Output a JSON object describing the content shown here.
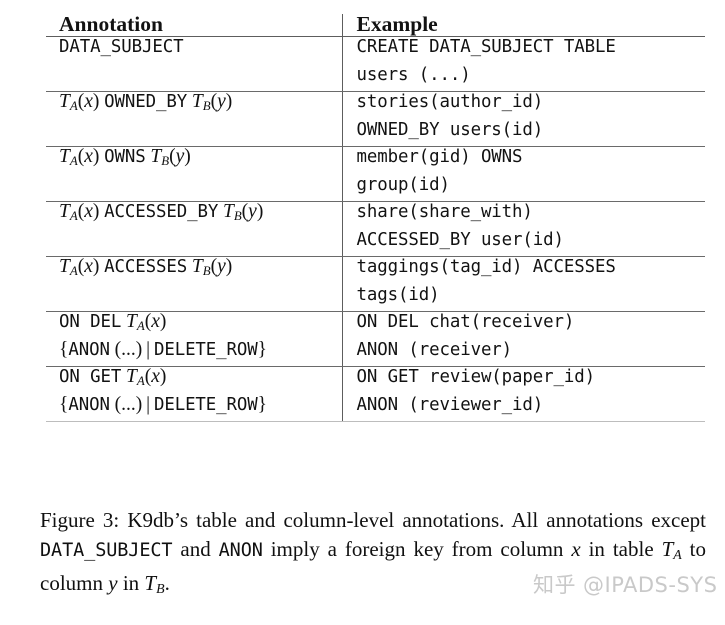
{
  "figure": {
    "table": {
      "columns": [
        "Annotation",
        "Example"
      ],
      "rows": [
        {
          "annotation_lines": [
            "DATA_SUBJECT"
          ],
          "annotation_html": [
            "<span class=\"tt\">DATA_SUBJECT</span>"
          ],
          "example_lines": [
            "CREATE DATA_SUBJECT TABLE",
            "users (...)"
          ],
          "example_html": [
            "<span class=\"tt\">CREATE DATA_SUBJECT TABLE</span>",
            "<span class=\"tt\">users (...)</span>"
          ]
        },
        {
          "annotation_lines": [
            "T_A(x) OWNED_BY T_B(y)"
          ],
          "annotation_html": [
            "<span class=\"mi\">T<sub>A</sub></span><span class=\"paren\">(</span><span class=\"mi\">x</span><span class=\"paren\">)</span> <span class=\"tt\">OWNED_BY</span> <span class=\"mi\">T<sub>B</sub></span><span class=\"paren\">(</span><span class=\"mi\">y</span><span class=\"paren\">)</span>"
          ],
          "example_lines": [
            "stories(author_id)",
            "OWNED_BY users(id)"
          ],
          "example_html": [
            "<span class=\"tt\">stories(author_id)</span>",
            "<span class=\"tt\">OWNED_BY users(id)</span>"
          ]
        },
        {
          "annotation_lines": [
            "T_A(x) OWNS T_B(y)"
          ],
          "annotation_html": [
            "<span class=\"mi\">T<sub>A</sub></span><span class=\"paren\">(</span><span class=\"mi\">x</span><span class=\"paren\">)</span> <span class=\"tt\">OWNS</span> <span class=\"mi\">T<sub>B</sub></span><span class=\"paren\">(</span><span class=\"mi\">y</span><span class=\"paren\">)</span>"
          ],
          "example_lines": [
            "member(gid) OWNS",
            "group(id)"
          ],
          "example_html": [
            "<span class=\"tt\">member(gid) OWNS</span>",
            "<span class=\"tt\">group(id)</span>"
          ]
        },
        {
          "annotation_lines": [
            "T_A(x) ACCESSED_BY T_B(y)"
          ],
          "annotation_html": [
            "<span class=\"mi\">T<sub>A</sub></span><span class=\"paren\">(</span><span class=\"mi\">x</span><span class=\"paren\">)</span> <span class=\"tt\">ACCESSED_BY</span> <span class=\"mi\">T<sub>B</sub></span><span class=\"paren\">(</span><span class=\"mi\">y</span><span class=\"paren\">)</span>"
          ],
          "example_lines": [
            "share(share_with)",
            "ACCESSED_BY user(id)"
          ],
          "example_html": [
            "<span class=\"tt\">share(share_with)</span>",
            "<span class=\"tt\">ACCESSED_BY user(id)</span>"
          ]
        },
        {
          "annotation_lines": [
            "T_A(x) ACCESSES T_B(y)"
          ],
          "annotation_html": [
            "<span class=\"mi\">T<sub>A</sub></span><span class=\"paren\">(</span><span class=\"mi\">x</span><span class=\"paren\">)</span> <span class=\"tt\">ACCESSES</span> <span class=\"mi\">T<sub>B</sub></span><span class=\"paren\">(</span><span class=\"mi\">y</span><span class=\"paren\">)</span>"
          ],
          "example_lines": [
            "taggings(tag_id) ACCESSES",
            "tags(id)"
          ],
          "example_html": [
            "<span class=\"tt\">taggings(tag_id) ACCESSES</span>",
            "<span class=\"tt\">tags(id)</span>"
          ]
        },
        {
          "annotation_lines": [
            "ON DEL T_A(x)",
            "{ANON (...) | DELETE_ROW}"
          ],
          "annotation_html": [
            "<span class=\"tt\">ON&nbsp;DEL</span> <span class=\"mi\">T<sub>A</sub></span><span class=\"paren\">(</span><span class=\"mi\">x</span><span class=\"paren\">)</span>",
            "<span class=\"rm\">{</span><span class=\"tt\">ANON</span> <span class=\"rm\">(...)</span><span class=\"rm\">&#8201;|&#8201;</span><span class=\"tt\">DELETE_ROW</span><span class=\"rm\">}</span>"
          ],
          "example_lines": [
            "ON DEL chat(receiver)",
            "ANON (receiver)"
          ],
          "example_html": [
            "<span class=\"tt\">ON DEL chat(receiver)</span>",
            "<span class=\"tt\">ANON (receiver)</span>"
          ]
        },
        {
          "annotation_lines": [
            "ON GET T_A(x)",
            "{ANON (...) | DELETE_ROW}"
          ],
          "annotation_html": [
            "<span class=\"tt\">ON&nbsp;GET</span> <span class=\"mi\">T<sub>A</sub></span><span class=\"paren\">(</span><span class=\"mi\">x</span><span class=\"paren\">)</span>",
            "<span class=\"rm\">{</span><span class=\"tt\">ANON</span> <span class=\"rm\">(...)</span><span class=\"rm\">&#8201;|&#8201;</span><span class=\"tt\">DELETE_ROW</span><span class=\"rm\">}</span>"
          ],
          "example_lines": [
            "ON GET review(paper_id)",
            "ANON (reviewer_id)"
          ],
          "example_html": [
            "<span class=\"tt\">ON GET review(paper_id)</span>",
            "<span class=\"tt\">ANON (reviewer_id)</span>"
          ]
        }
      ]
    },
    "caption": {
      "label": "Figure 3:",
      "text": "Figure 3: K9db's table and column-level annotations. All annotations except DATA_SUBJECT and ANON imply a foreign key from column x in table T_A to column y in T_B.",
      "html": "Figure 3: K9db&rsquo;s table and column-level annotations. All annotations except <span class=\"tt\">DATA_SUBJECT</span> and <span class=\"tt\">ANON</span> imply a foreign key from column <span class=\"mi\">x</span> in table <span class=\"mi\">T<sub>A</sub></span> to column <span class=\"mi\">y</span> in <span class=\"mi\">T<sub>B</sub></span>."
    },
    "watermark": {
      "logo": "知乎",
      "handle": "@IPADS-SYS",
      "color": "#c9c9c9"
    },
    "colors": {
      "page_background": "#ffffff",
      "text": "#121212",
      "rule": "#6a6a6a",
      "watermark": "#c9c9c9"
    }
  }
}
